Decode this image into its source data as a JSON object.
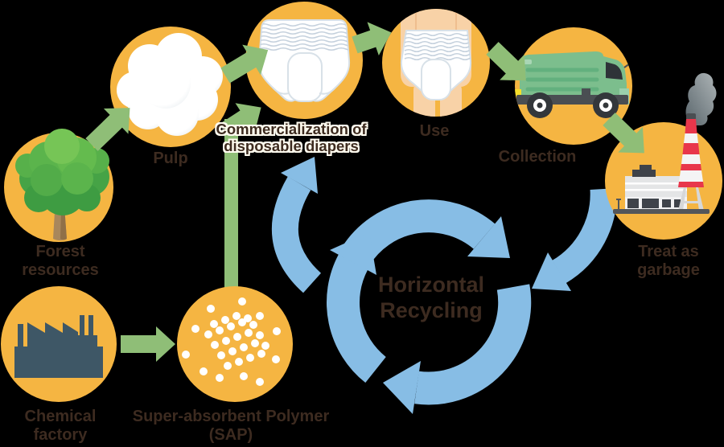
{
  "center_label": "Horizontal\nRecycling",
  "nodes": [
    {
      "id": "forest-resources",
      "label": "Forest\nresources",
      "icon": "tree-icon"
    },
    {
      "id": "pulp",
      "label": "Pulp",
      "icon": "pulp-icon"
    },
    {
      "id": "commercialization",
      "label": "Commercialization of\ndisposable diapers",
      "icon": "diaper-icon"
    },
    {
      "id": "use",
      "label": "Use",
      "icon": "baby-wearing-diaper-icon"
    },
    {
      "id": "collection",
      "label": "Collection",
      "icon": "garbage-truck-icon"
    },
    {
      "id": "treat-as-garbage",
      "label": "Treat as\ngarbage",
      "icon": "incinerator-icon"
    },
    {
      "id": "chemical-factory",
      "label": "Chemical\nfactory",
      "icon": "factory-icon"
    },
    {
      "id": "sap",
      "label": "Super-absorbent Polymer\n(SAP)",
      "icon": "sap-granules-icon"
    }
  ],
  "flows": [
    {
      "from": "forest-resources",
      "to": "pulp"
    },
    {
      "from": "pulp",
      "to": "commercialization"
    },
    {
      "from": "chemical-factory",
      "to": "sap"
    },
    {
      "from": "sap",
      "to": "commercialization"
    },
    {
      "from": "commercialization",
      "to": "use"
    },
    {
      "from": "use",
      "to": "collection"
    },
    {
      "from": "collection",
      "to": "treat-as-garbage"
    },
    {
      "from": "treat-as-garbage",
      "to": "recycle-loop"
    },
    {
      "from": "recycle-loop",
      "to": "commercialization"
    }
  ],
  "colors": {
    "background": "#000000",
    "node_circle": "#F5B542",
    "flow_arrow": "#8FBE77",
    "recycle_arrow": "#87BDE5",
    "label_text": "#3D2B20",
    "label_outline": "#FFFBEF",
    "truck_green": "#7CBE8D",
    "chimney_red": "#E8364B",
    "factory_slate": "#3E5766"
  }
}
